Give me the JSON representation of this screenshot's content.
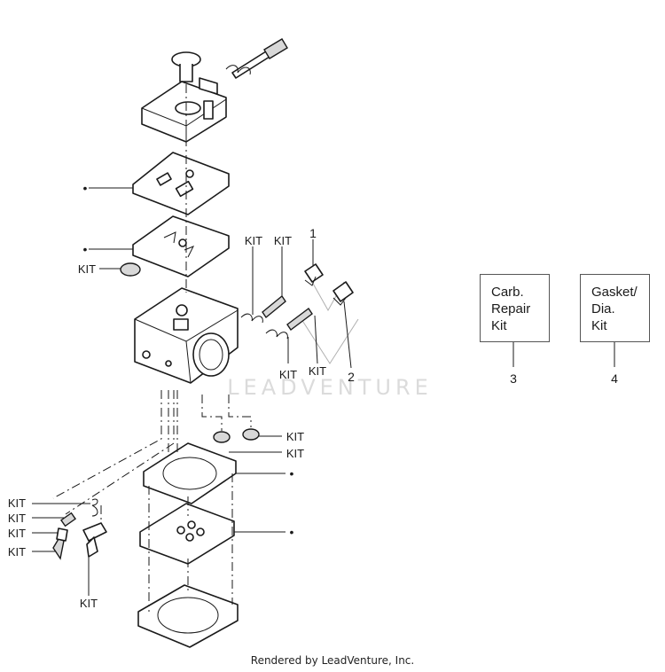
{
  "callouts": {
    "kit_label": "KIT",
    "bullet": "•",
    "item_1": "1",
    "item_2": "2",
    "item_3": "3",
    "item_4": "4"
  },
  "kits": {
    "carb_repair_kit": [
      "Carb.",
      "Repair",
      "Kit"
    ],
    "gasket_dia_kit": [
      "Gasket/",
      "Dia.",
      "Kit"
    ]
  },
  "watermark": "LEADVENTURE",
  "footer": "Rendered by LeadVenture, Inc."
}
